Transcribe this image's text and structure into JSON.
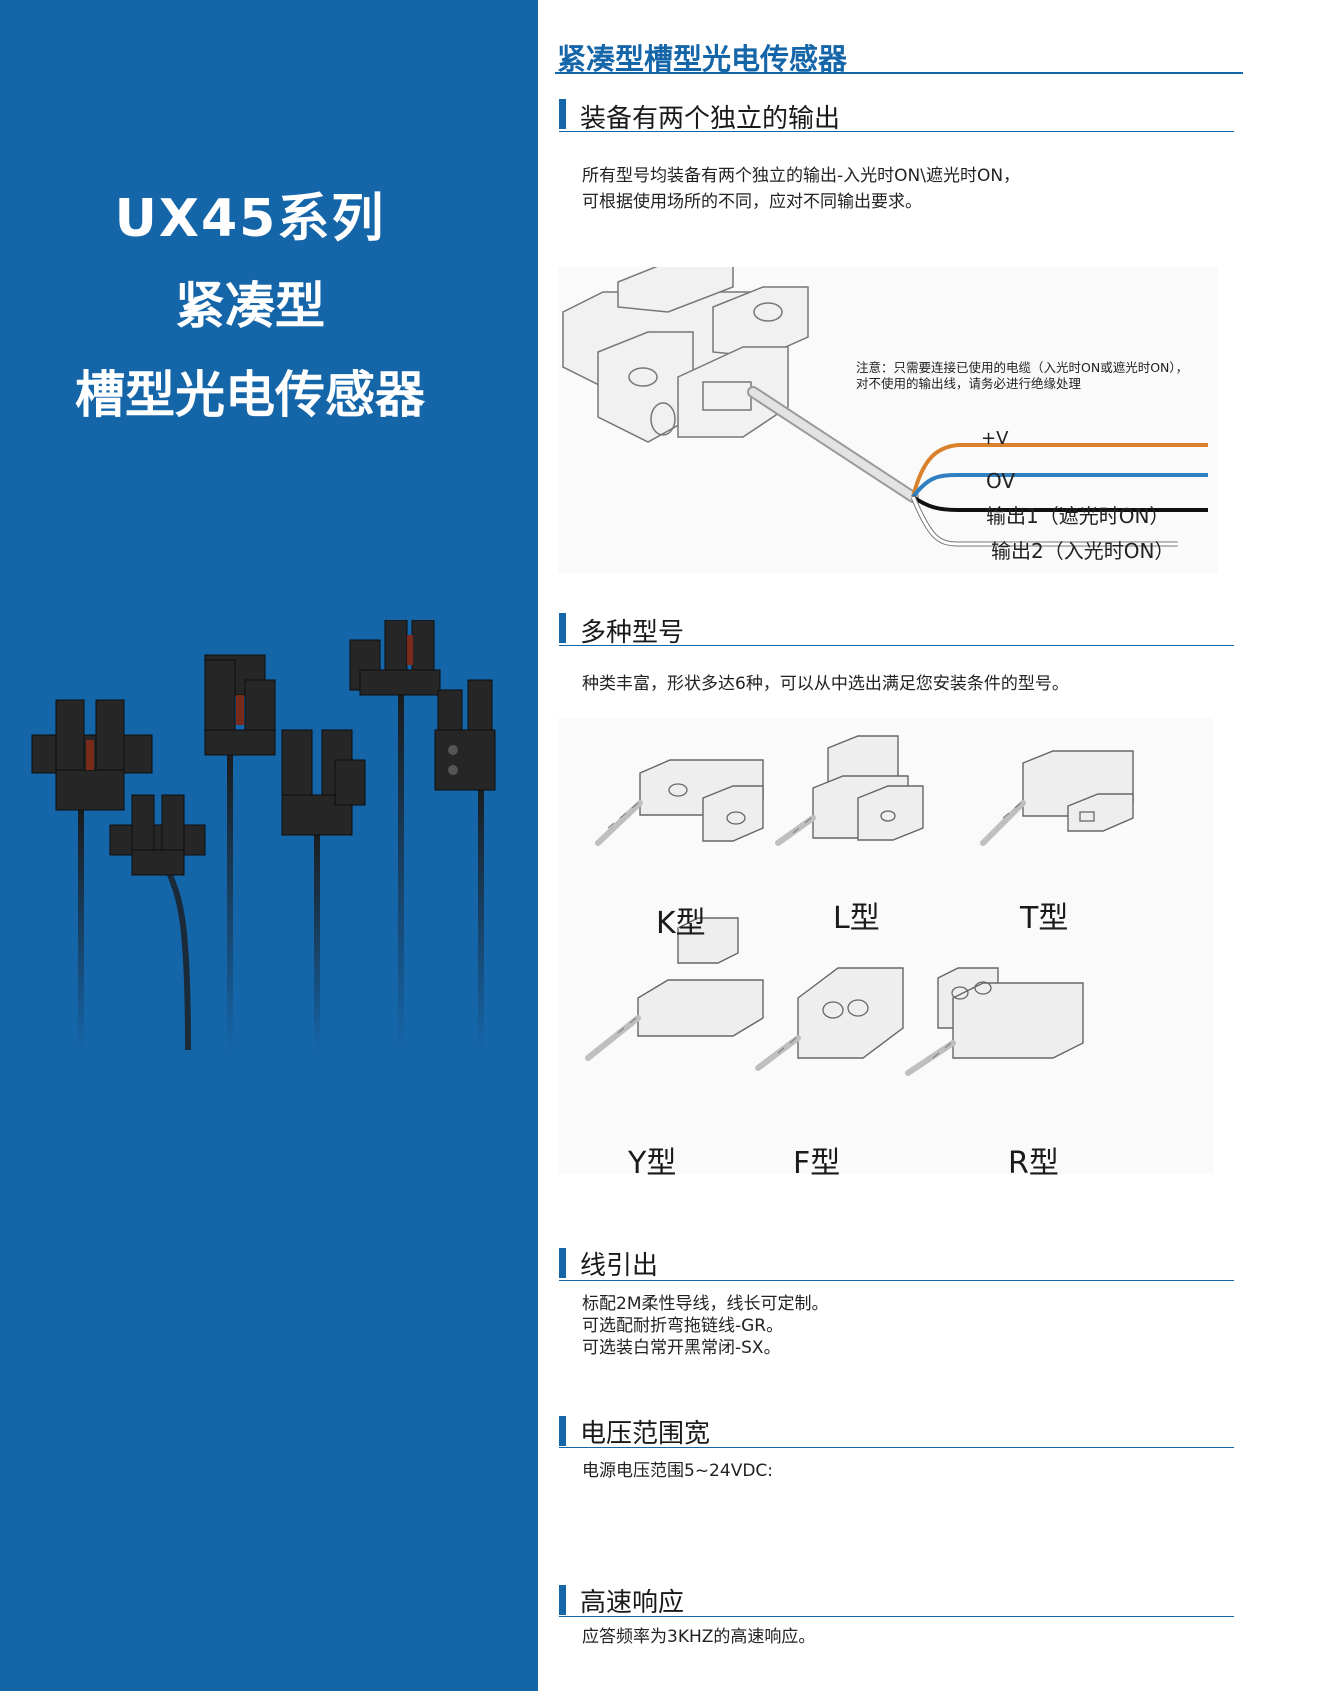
{
  "left": {
    "hero_lines": [
      "UX45系列",
      "紧凑型",
      "槽型光电传感器"
    ]
  },
  "main": {
    "title": "紧凑型槽型光电传感器",
    "sections": [
      {
        "heading": "装备有两个独立的输出",
        "text": [
          "所有型号均装备有两个独立的输出-入光时ON\\遮光时ON，",
          "可根据使用场所的不同，应对不同输出要求。"
        ]
      },
      {
        "heading": "多种型号",
        "text": [
          "种类丰富，形状多达6种，可以从中选出满足您安装条件的型号。"
        ]
      },
      {
        "heading": "线引出",
        "text": [
          "标配2M柔性导线，线长可定制。",
          "可选配耐折弯拖链线-GR。",
          "可选装白常开黑常闭-SX。"
        ]
      },
      {
        "heading": "电压范围宽",
        "text": [
          "电源电压范围5~24VDC:"
        ]
      },
      {
        "heading": "高速响应",
        "text": [
          "应答频率为3KHZ的高速响应。"
        ]
      }
    ]
  },
  "wiring": {
    "note": [
      "注意：只需要连接已使用的电缆（入光时ON或遮光时ON），",
      "对不使用的输出线，请务必进行绝缘处理"
    ],
    "labels": [
      "+V",
      "OV",
      "输出1（遮光时ON）",
      "输出2（入光时ON）"
    ],
    "wire_colors": [
      "#d9822b",
      "#2f7fc1",
      "#111111",
      "#ffffff"
    ]
  },
  "models": {
    "labels": [
      "K型",
      "L型",
      "T型",
      "Y型",
      "F型",
      "R型"
    ]
  },
  "colors": {
    "brand_blue": "#1565a9",
    "white": "#ffffff"
  }
}
